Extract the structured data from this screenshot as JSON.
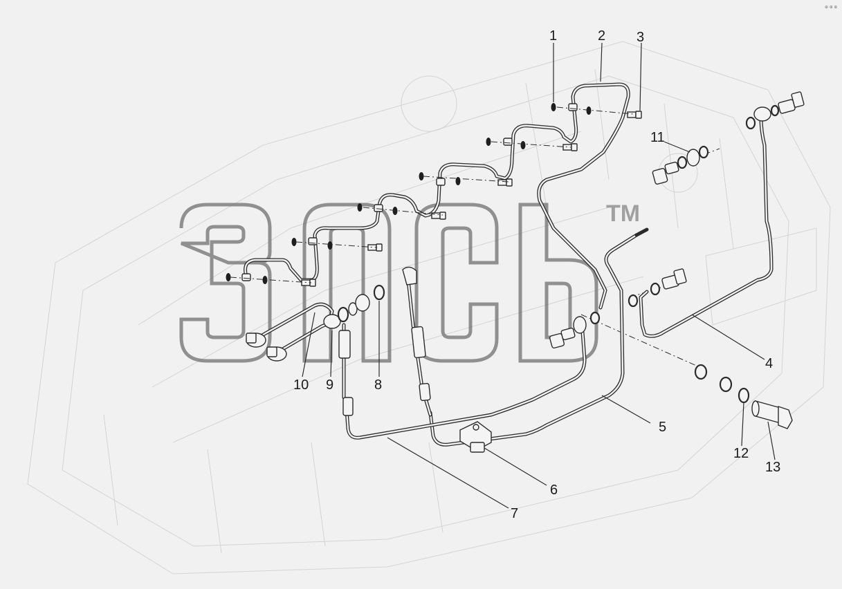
{
  "diagram": {
    "watermark_tm": "TM",
    "corner_mark": "⊕ ⊕ ⊕",
    "callouts": [
      {
        "id": "1",
        "label": "1"
      },
      {
        "id": "2",
        "label": "2"
      },
      {
        "id": "3",
        "label": "3"
      },
      {
        "id": "4",
        "label": "4"
      },
      {
        "id": "5",
        "label": "5"
      },
      {
        "id": "6",
        "label": "6"
      },
      {
        "id": "7",
        "label": "7"
      },
      {
        "id": "8",
        "label": "8"
      },
      {
        "id": "9",
        "label": "9"
      },
      {
        "id": "10",
        "label": "10"
      },
      {
        "id": "11",
        "label": "11"
      },
      {
        "id": "12",
        "label": "12"
      },
      {
        "id": "13",
        "label": "13"
      }
    ]
  }
}
